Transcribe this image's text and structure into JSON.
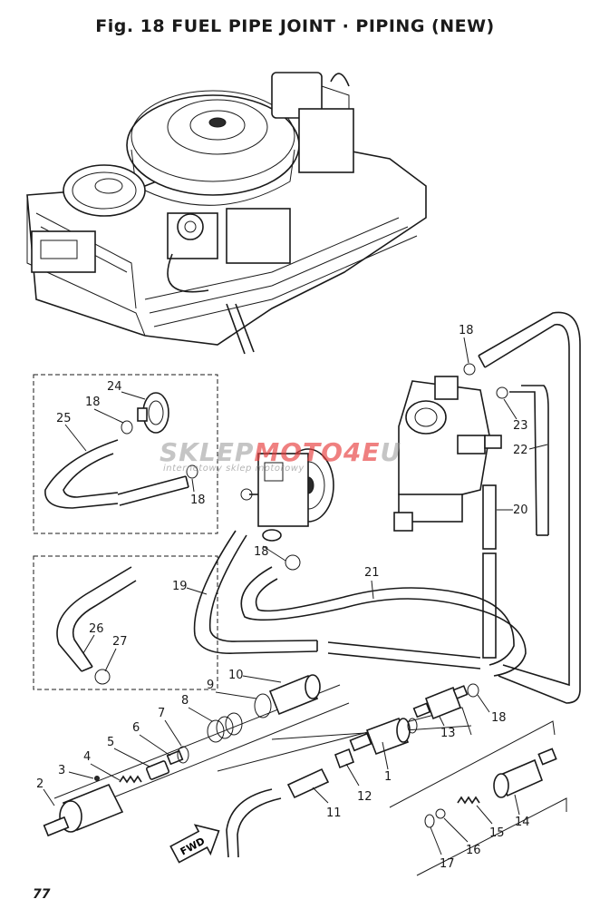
{
  "title": "Fig. 18  FUEL PIPE JOINT · PIPING (NEW)",
  "page_number": "77",
  "watermark": {
    "brand_part1": "SKLEP",
    "brand_part2": "MOTO4E",
    "brand_suffix": "U",
    "tagline": "internetowy sklep motorowy"
  },
  "callouts": [
    "1",
    "2",
    "3",
    "4",
    "5",
    "6",
    "7",
    "8",
    "9",
    "10",
    "11",
    "12",
    "13",
    "14",
    "15",
    "16",
    "17",
    "18",
    "18",
    "18",
    "18",
    "18",
    "19",
    "20",
    "21",
    "22",
    "23",
    "24",
    "25",
    "26",
    "27"
  ],
  "fwd_label": "FWD"
}
